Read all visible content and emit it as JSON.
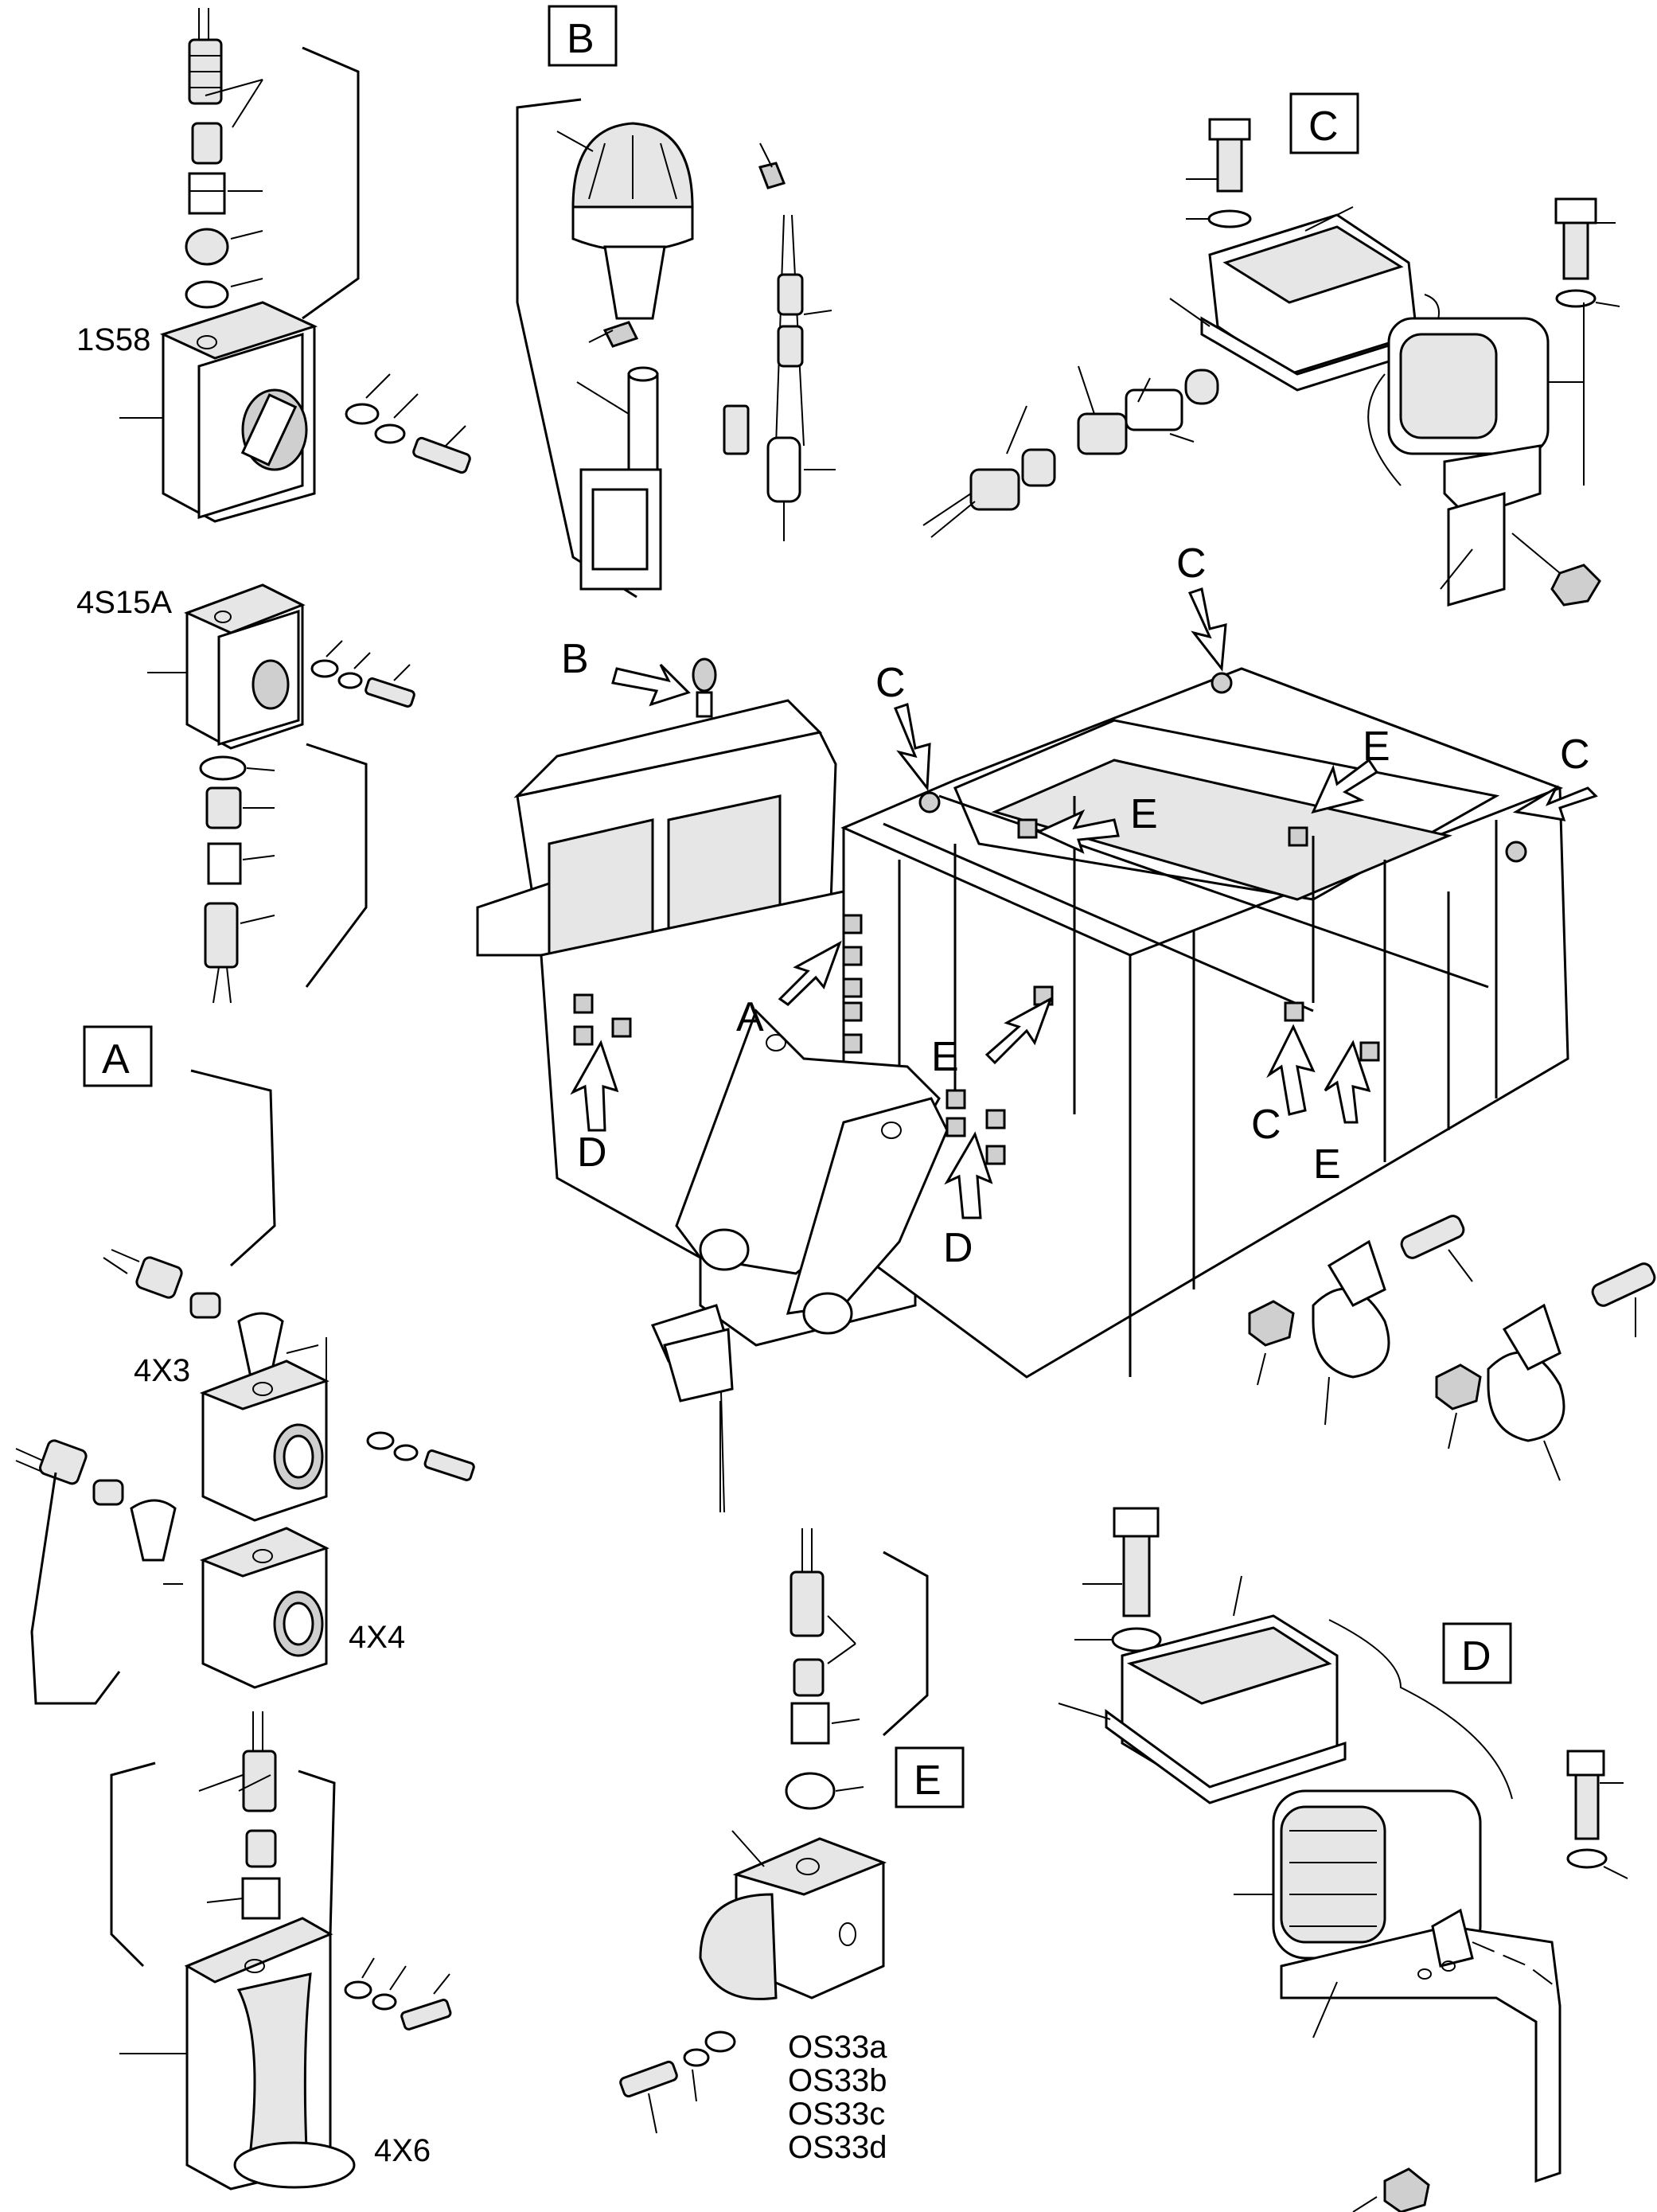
{
  "section_labels": {
    "A": "A",
    "B": "B",
    "C": "C",
    "D": "D",
    "E": "E"
  },
  "component_labels": {
    "s58": "1S58",
    "s15a": "4S15A",
    "x3": "4X3",
    "x4": "4X4",
    "x6": "4X6",
    "os33a": "OS33a",
    "os33b": "OS33b",
    "os33c": "OS33c",
    "os33d": "OS33d"
  },
  "pointer_labels": {
    "b": "B",
    "c1": "C",
    "c2": "C",
    "c3": "C",
    "c4": "C",
    "e1": "E",
    "e2": "E",
    "e3": "E",
    "e4": "E",
    "a": "A",
    "d1": "D",
    "d2": "D"
  }
}
